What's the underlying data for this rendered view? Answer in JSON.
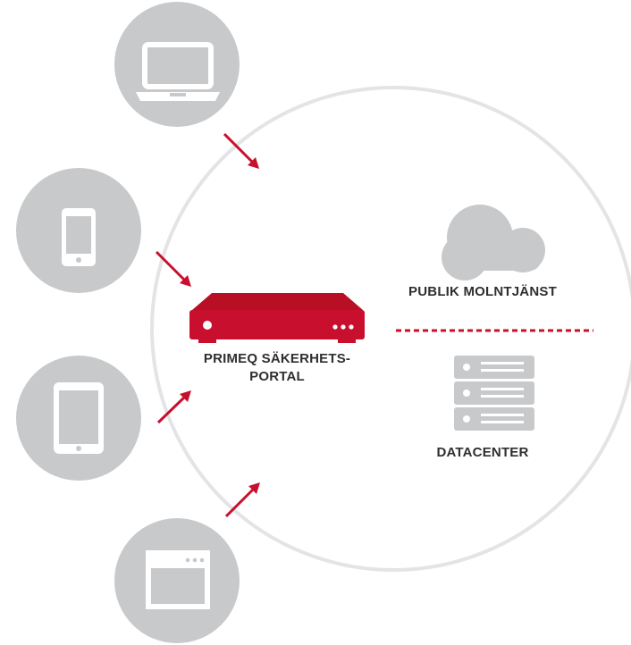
{
  "diagram": {
    "gateway_label_line1": "PRIMEQ SÄKERHETS-",
    "gateway_label_line2": "PORTAL",
    "cloud_label": "PUBLIK MOLNTJÄNST",
    "datacenter_label": "DATACENTER"
  },
  "devices": [
    {
      "icon": "laptop-icon"
    },
    {
      "icon": "smartphone-icon"
    },
    {
      "icon": "tablet-icon"
    },
    {
      "icon": "browser-window-icon"
    }
  ],
  "colors": {
    "accent": "#c8102e",
    "device_circle": "#c8c9cb",
    "icon_gray": "#bdbec0",
    "ring": "#e4e4e6",
    "text": "#2f2f2f"
  }
}
